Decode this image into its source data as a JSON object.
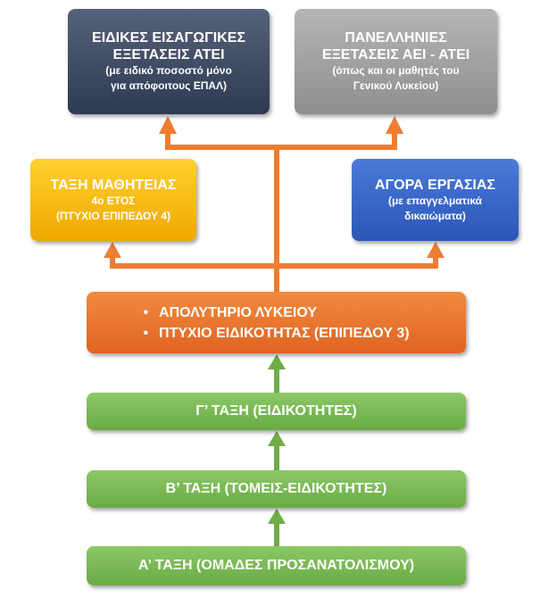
{
  "colors": {
    "orange_connector": "#ed7d31",
    "green_connector": "#70ad47",
    "epal_box": "#3b4a63",
    "panellinies_box": "#a0a0a0",
    "mathiteia_box": "#ffc000",
    "agora_box": "#3366cc",
    "apolytirio_box": "#ed7d31",
    "class_box": "#70ad47"
  },
  "boxes": {
    "epal_exams": {
      "line1": "ΕΙΔΙΚΕΣ ΕΙΣΑΓΩΓΙΚΕΣ",
      "line2": "ΕΞΕΤΑΣΕΙΣ ΑΤΕΙ",
      "line3": "(με ειδικό ποσοστό μόνο",
      "line4": "για απόφοιτους ΕΠΑΛ)"
    },
    "panellinies": {
      "line1": "ΠΑΝΕΛΛΗΝΙΕΣ",
      "line2": "ΕΞΕΤΑΣΕΙΣ ΑΕΙ - ΑΤΕΙ",
      "line3": "(όπως και οι μαθητές του",
      "line4": "Γενικού Λυκείου)"
    },
    "mathiteia": {
      "line1": "ΤΑΞΗ ΜΑΘΗΤΕΙΑΣ",
      "line2": "4ο ΕΤΟΣ",
      "line3": "(ΠΤΥΧΙΟ ΕΠΙΠΕΔΟΥ 4)"
    },
    "agora": {
      "line1": "ΑΓΟΡΑ ΕΡΓΑΣΙΑΣ",
      "line2": "(με επαγγελματικά",
      "line3": "δικαιώματα)"
    },
    "apolytirio": {
      "item1": "ΑΠΟΛΥΤΗΡΙΟ ΛΥΚΕΙΟΥ",
      "item2": "ΠΤΥΧΙΟ ΕΙΔΙΚΟΤΗΤΑΣ (ΕΠΙΠΕΔΟΥ 3)"
    },
    "class_g": {
      "label": "Γ’ ΤΑΞΗ (ΕΙΔΙΚΟΤΗΤΕΣ)"
    },
    "class_b": {
      "label": "Β’ ΤΑΞΗ (ΤΟΜΕΙΣ-ΕΙΔΙΚΟΤΗΤΕΣ)"
    },
    "class_a": {
      "label": "Α’ ΤΑΞΗ (ΟΜΑΔΕΣ ΠΡΟΣΑΝΑΤΟΛΙΣΜΟΥ)"
    }
  }
}
